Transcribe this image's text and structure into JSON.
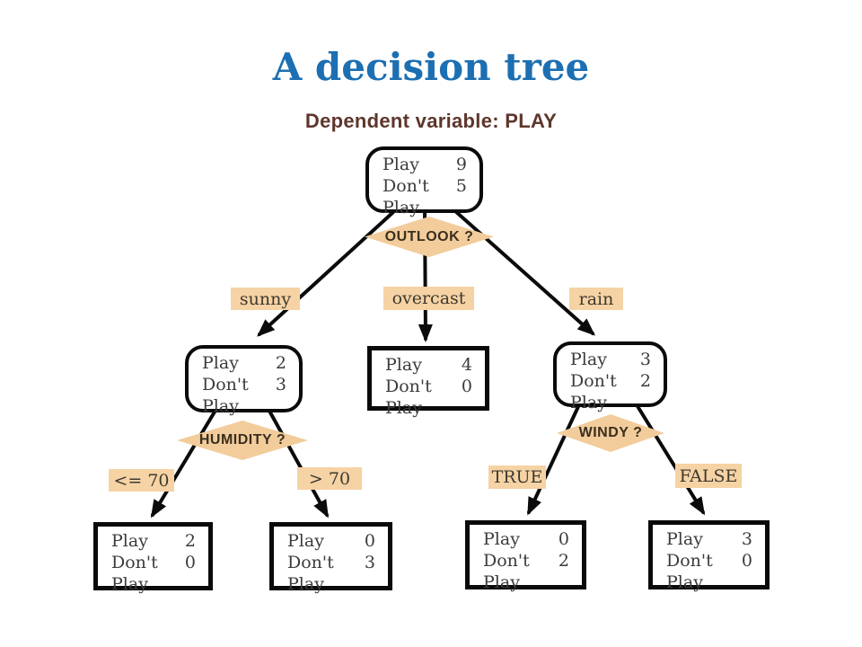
{
  "slide": {
    "title": "A decision tree",
    "subtitle": "Dependent variable: PLAY"
  },
  "colors": {
    "title_blue": "#1c6fb2",
    "subtitle_brown": "#5e362c",
    "diamond_fill": "#f3cc9c",
    "branch_label_fill": "#f6d3a4",
    "node_border": "#0a0a0a",
    "node_text": "#3b3b3b",
    "edge": "#0b0b0b"
  },
  "tree": {
    "decisions": {
      "outlook": "OUTLOOK ?",
      "humidity": "HUMIDITY ?",
      "windy": "WINDY ?"
    },
    "branch_labels": {
      "sunny": "sunny",
      "overcast": "overcast",
      "rain": "rain",
      "le70": "<= 70",
      "gt70": "> 70",
      "true": "TRUE",
      "false": "FALSE"
    },
    "nodes": {
      "root": {
        "rows": [
          {
            "label": "Play",
            "value": 9
          },
          {
            "label": "Don't Play",
            "value": 5
          }
        ]
      },
      "sunny": {
        "rows": [
          {
            "label": "Play",
            "value": 2
          },
          {
            "label": "Don't Play",
            "value": 3
          }
        ]
      },
      "overcast": {
        "rows": [
          {
            "label": "Play",
            "value": 4
          },
          {
            "label": "Don't Play",
            "value": 0
          }
        ]
      },
      "rain": {
        "rows": [
          {
            "label": "Play",
            "value": 3
          },
          {
            "label": "Don't Play",
            "value": 2
          }
        ]
      },
      "humidity_le70": {
        "rows": [
          {
            "label": "Play",
            "value": 2
          },
          {
            "label": "Don't Play",
            "value": 0
          }
        ]
      },
      "humidity_gt70": {
        "rows": [
          {
            "label": "Play",
            "value": 0
          },
          {
            "label": "Don't Play",
            "value": 3
          }
        ]
      },
      "windy_true": {
        "rows": [
          {
            "label": "Play",
            "value": 0
          },
          {
            "label": "Don't Play",
            "value": 2
          }
        ]
      },
      "windy_false": {
        "rows": [
          {
            "label": "Play",
            "value": 3
          },
          {
            "label": "Don't Play",
            "value": 0
          }
        ]
      }
    }
  }
}
